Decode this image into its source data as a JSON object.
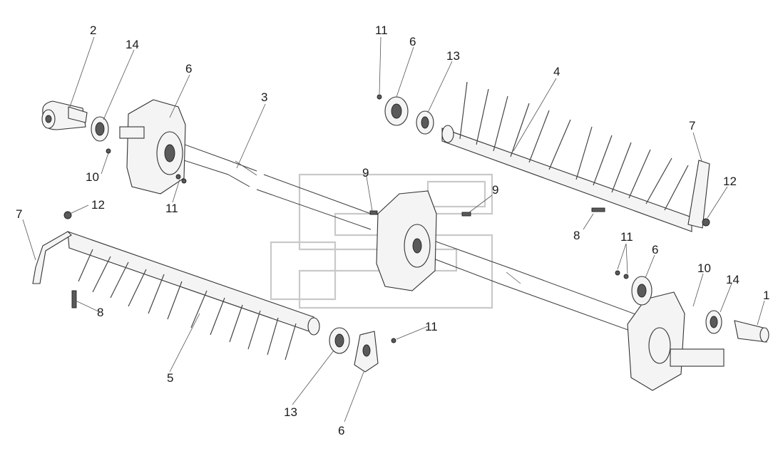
{
  "diagram": {
    "callouts": [
      {
        "id": "c1",
        "text": "1"
      },
      {
        "id": "c2",
        "text": "2"
      },
      {
        "id": "c3",
        "text": "3"
      },
      {
        "id": "c4",
        "text": "4"
      },
      {
        "id": "c5",
        "text": "5"
      },
      {
        "id": "c6a",
        "text": "6"
      },
      {
        "id": "c6b",
        "text": "6"
      },
      {
        "id": "c6c",
        "text": "6"
      },
      {
        "id": "c6d",
        "text": "6"
      },
      {
        "id": "c7a",
        "text": "7"
      },
      {
        "id": "c7b",
        "text": "7"
      },
      {
        "id": "c8a",
        "text": "8"
      },
      {
        "id": "c8b",
        "text": "8"
      },
      {
        "id": "c9a",
        "text": "9"
      },
      {
        "id": "c9b",
        "text": "9"
      },
      {
        "id": "c10a",
        "text": "10"
      },
      {
        "id": "c10b",
        "text": "10"
      },
      {
        "id": "c11a",
        "text": "11"
      },
      {
        "id": "c11b",
        "text": "11"
      },
      {
        "id": "c11c",
        "text": "11"
      },
      {
        "id": "c11d",
        "text": "11"
      },
      {
        "id": "c12a",
        "text": "12"
      },
      {
        "id": "c12b",
        "text": "12"
      },
      {
        "id": "c13a",
        "text": "13"
      },
      {
        "id": "c13b",
        "text": "13"
      },
      {
        "id": "c14a",
        "text": "14"
      },
      {
        "id": "c14b",
        "text": "14"
      }
    ]
  }
}
